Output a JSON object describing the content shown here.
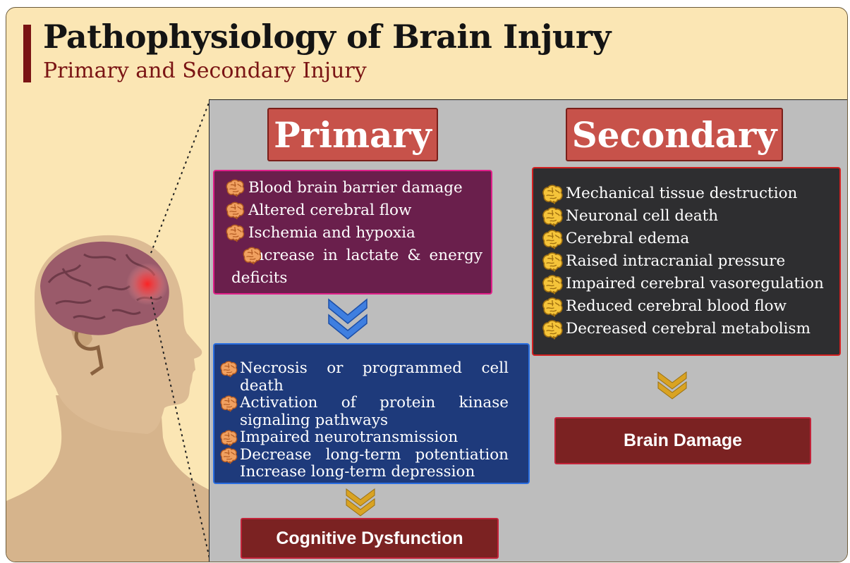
{
  "title": "Pathophysiology of Brain Injury",
  "subtitle": "Primary and Secondary Injury",
  "primary": {
    "heading": "Primary",
    "items": [
      "Blood brain barrier damage",
      "Altered cerebral flow",
      "Ischemia and hypoxia",
      "Increase in lactate & energy deficits"
    ],
    "consequences": [
      "Necrosis or programmed cell death",
      "Activation of protein kinase signaling pathways",
      "Impaired neurotransmission",
      "Decrease long-term potentiation",
      "Increase long-term depression"
    ],
    "outcome": "Cognitive Dysfunction"
  },
  "secondary": {
    "heading": "Secondary",
    "items": [
      "Mechanical tissue destruction",
      "Neuronal cell death",
      "Cerebral edema",
      "Raised intracranial pressure",
      "Impaired cerebral vasoregulation",
      "Reduced cerebral blood flow",
      "Decreased cerebral metabolism"
    ],
    "outcome": "Brain Damage"
  },
  "colors": {
    "background": "#fbe6b4",
    "panel": "#bdbdbd",
    "heading_fill": "#c7524a",
    "primary_box": "#6a1f4c",
    "primary_box_border": "#e0208a",
    "secondary_box": "#2e2e30",
    "secondary_box_border": "#d42020",
    "consequence_box": "#1e3a7b",
    "consequence_box_border": "#2a6ee0",
    "outcome_fill": "#7b2222",
    "title_accent": "#7a1414",
    "chevron_blue": "#3f7fe0",
    "chevron_gold": "#d9a323"
  },
  "icons": {
    "bullet": "brain-icon",
    "arrow": "double-chevron-down-icon",
    "figure": "head-silhouette-with-brain-icon"
  }
}
